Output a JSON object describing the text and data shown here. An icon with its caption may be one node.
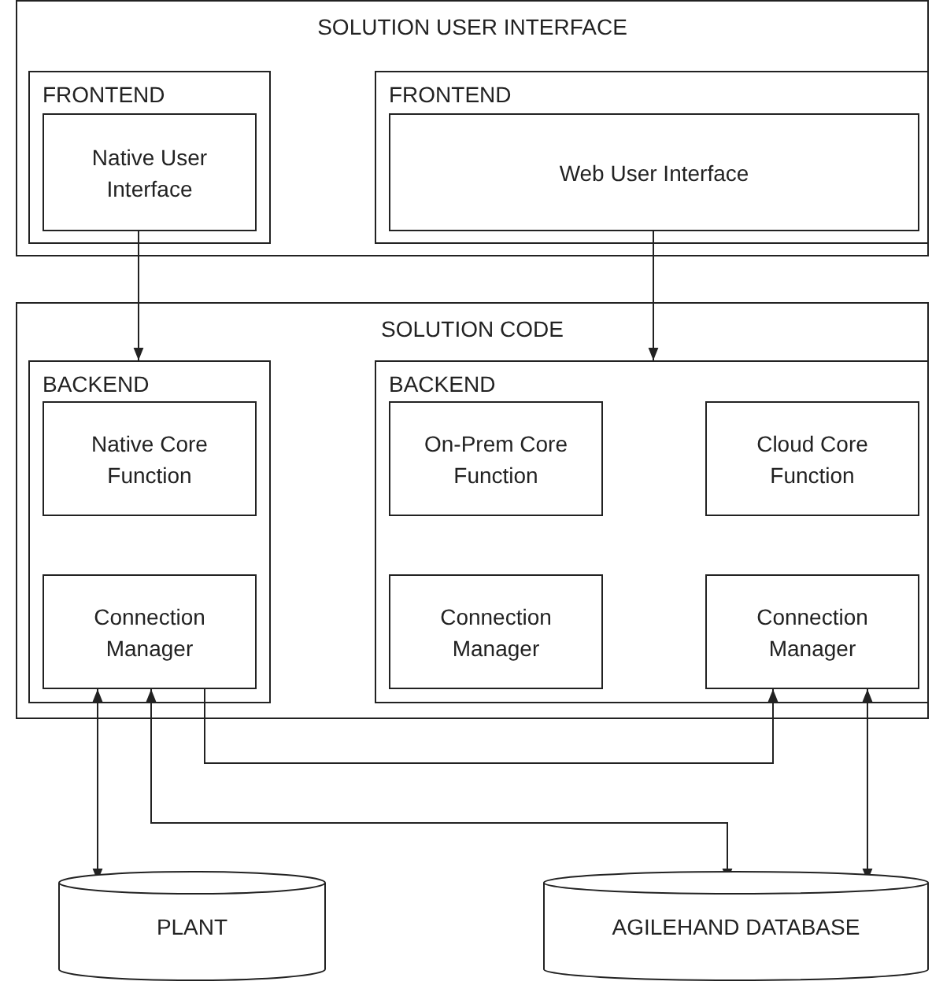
{
  "diagram": {
    "nodes": [
      {
        "text": [
          "SOLUTION USER INTERFACE"
        ]
      },
      {
        "text": [
          "FRONTEND"
        ],
        "in": 0
      },
      {
        "text": [
          "Native User Interface"
        ],
        "in": 1
      },
      {
        "text": [
          "FRONTEND"
        ],
        "in": 0
      },
      {
        "text": [
          "Web User Interface"
        ],
        "in": 3
      },
      {
        "text": [
          "SOLUTION CODE"
        ]
      },
      {
        "text": [
          "BACKEND"
        ],
        "in": 5
      },
      {
        "text": [
          "Native Core Function"
        ],
        "in": 6
      },
      {
        "text": [
          "Connection Manager"
        ],
        "in": 6
      },
      {
        "text": [
          "BACKEND"
        ],
        "in": 5
      },
      {
        "text": [
          "On-Prem Core Function"
        ],
        "in": 9
      },
      {
        "text": [
          "Cloud Core Function"
        ],
        "in": 9
      },
      {
        "text": [
          "Connection Manager"
        ],
        "in": 9
      },
      {
        "text": [
          "Connection Manager"
        ],
        "in": 9
      },
      {
        "text": [
          "PLANT"
        ]
      },
      {
        "text": [
          "AGILEHAND DATABASE"
        ]
      }
    ],
    "edges": [
      {
        "from": 2,
        "to": 6,
        "arrow": "to"
      },
      {
        "from": 4,
        "to": 9,
        "arrow": "to"
      },
      {
        "from": 8,
        "to": 14,
        "arrow": "both"
      },
      {
        "from": 8,
        "to": 15,
        "arrow": "both"
      },
      {
        "from": 8,
        "to": 13,
        "arrow": "to"
      },
      {
        "from": 13,
        "to": 15,
        "arrow": "both"
      }
    ]
  }
}
